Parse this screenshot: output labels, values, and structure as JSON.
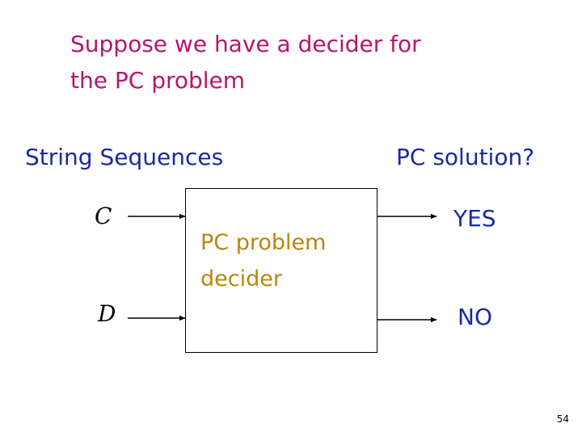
{
  "slide": {
    "title_lines": [
      "Suppose we have a decider for",
      "the PC problem"
    ],
    "left_heading": "String Sequences",
    "right_heading": "PC solution?",
    "inputs": {
      "c": "C",
      "d": "D"
    },
    "decider": {
      "lines": [
        "PC problem",
        "decider"
      ]
    },
    "outputs": {
      "yes": "YES",
      "no": "NO"
    },
    "page_number": "54"
  }
}
